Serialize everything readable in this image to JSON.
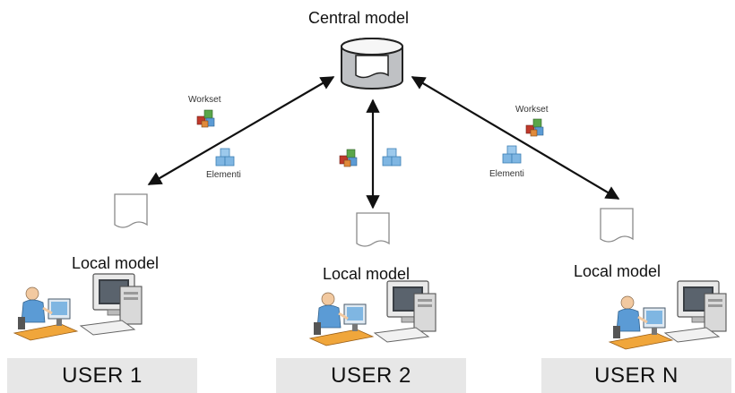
{
  "central": {
    "title": "Central model"
  },
  "flows": [
    {
      "workset_label": "Workset",
      "elements_label": "Elementi"
    },
    {
      "workset_label": "",
      "elements_label": ""
    },
    {
      "workset_label": "Workset",
      "elements_label": "Elementi"
    }
  ],
  "locals": [
    {
      "label": "Local model",
      "user": "USER 1"
    },
    {
      "label": "Local model",
      "user": "USER 2"
    },
    {
      "label": "Local model",
      "user": "USER N"
    }
  ],
  "icons": {
    "database": "database-icon",
    "document": "document-icon",
    "workset": "workset-cubes-icon",
    "elements": "elements-cubes-icon",
    "user": "user-at-desk-icon",
    "computer": "desktop-computer-icon"
  },
  "colors": {
    "arrow": "#111111",
    "user_bar": "#e7e7e7",
    "cube_red": "#c0392b",
    "cube_green": "#5aa64a",
    "cube_blue": "#5b9bd5",
    "desk": "#f0a63b"
  }
}
